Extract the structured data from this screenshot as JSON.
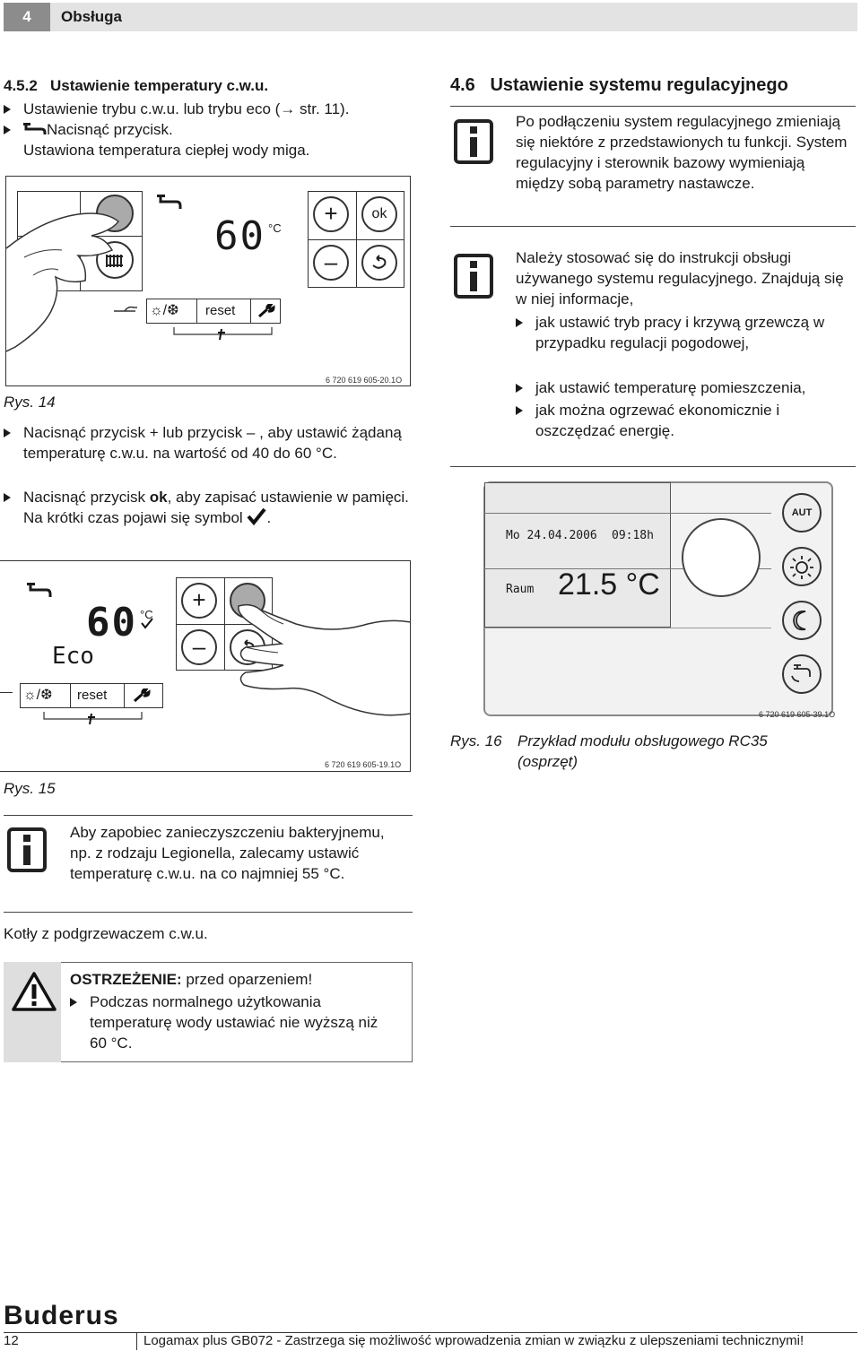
{
  "header": {
    "chapter": "4",
    "title": "Obsługa"
  },
  "left": {
    "section_title": "4.5.2   Ustawienie temperatury c.w.u.",
    "step1": "Ustawienie trybu c.w.u. lub trybu eco (→ str. 11).",
    "step2_a": "Nacisnąć przycisk.",
    "step2_b": "Ustawiona temperatura ciepłej wody miga.",
    "fig14": {
      "temp": "60",
      "unit": "°C",
      "ok": "ok",
      "plus": "+",
      "minus": "–",
      "reset": "reset",
      "season": "☼/❆",
      "code": "6 720 619 605-20.1O",
      "caption": "Rys. 14"
    },
    "step3": "Nacisnąć przycisk + lub przycisk  – , aby ustawić żądaną temperaturę c.w.u. na wartość od 40 do 60 °C.",
    "step4_a": "Nacisnąć przycisk ",
    "step4_b": "ok",
    "step4_c": ", aby zapisać ustawienie w pamięci.",
    "step4_d": "Na krótki czas pojawi się symbol",
    "step4_e": ".",
    "fig15": {
      "temp": "60",
      "unit": "°C",
      "mode": "Eco",
      "plus": "+",
      "minus": "–",
      "reset": "reset",
      "season": "☼/❆",
      "code": "6 720 619 605-19.1O",
      "caption": "Rys. 15"
    },
    "info": "Aby zapobiec zanieczyszczeniu bakteryjnemu, np. z rodzaju Legionella, zalecamy ustawić temperaturę c.w.u. na co najmniej 55 °C.",
    "boilers": "Kotły z podgrzewaczem c.w.u.",
    "warning_title": "OSTRZEŻENIE:",
    "warning_rest": " przed oparzeniem!",
    "warning_item": "Podczas normalnego użytkowania temperaturę wody ustawiać nie wyższą niż 60 °C."
  },
  "right": {
    "section_title": "4.6   Ustawienie systemu regulacyjnego",
    "info1": "Po podłączeniu system regulacyjnego zmieniają się niektóre z przedstawionych tu funkcji. System regulacyjny i sterownik bazowy wymieniają między sobą parametry nastawcze.",
    "info2_intro": "Należy stosować się do instrukcji obsługi używanego systemu regulacyjnego. Znajdują się w niej informacje,",
    "info2_items": [
      "jak ustawić tryb pracy i krzywą grzewczą w przypadku regulacji pogodowej,",
      "jak ustawić temperaturę pomieszczenia,",
      "jak można ogrzewać ekonomicznie i oszczędzać energię."
    ],
    "fig16": {
      "date": "Mo 24.04.2006",
      "time": "09:18h",
      "room": "Raum",
      "temp": "21.5 °C",
      "aut": "AUT",
      "code": "6 720 619 605-39.1O",
      "caption_num": "Rys. 16",
      "caption_text": "Przykład modułu obsługowego RC35 (osprzęt)"
    }
  },
  "footer": {
    "brand": "Buderus",
    "page": "12",
    "text": "Logamax plus GB072 - Zastrzega się możliwość wprowadzenia zmian w związku z ulepszeniami technicznymi!"
  }
}
